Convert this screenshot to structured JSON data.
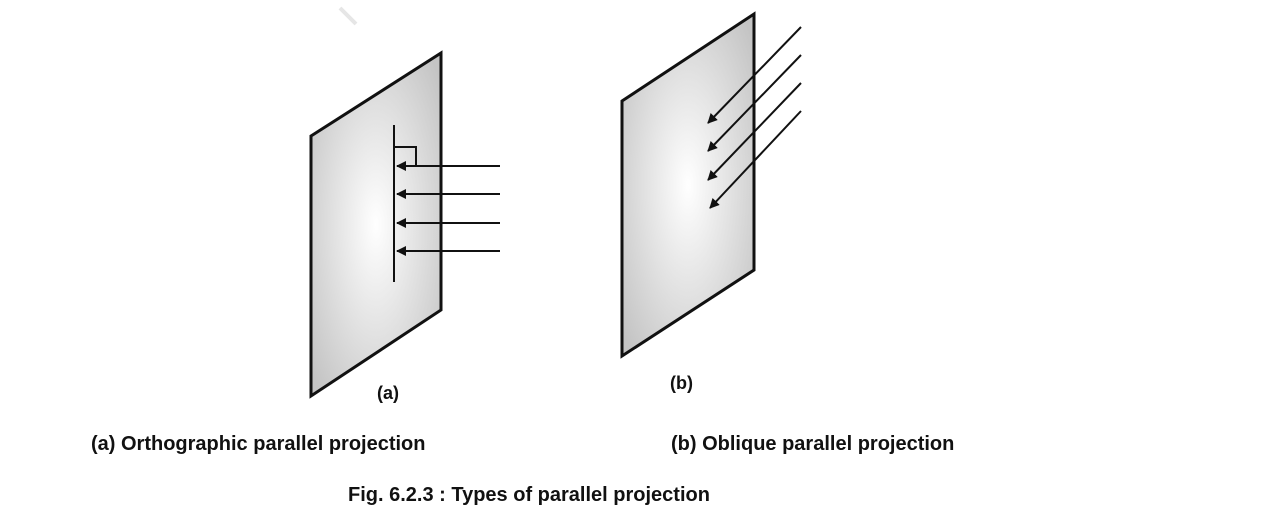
{
  "panels": [
    {
      "id": "a",
      "tag": "(a)",
      "caption": "(a) Orthographic parallel projection"
    },
    {
      "id": "b",
      "tag": "(b)",
      "caption": "(b) Oblique parallel projection"
    }
  ],
  "figure_caption": "Fig. 6.2.3 : Types of parallel projection",
  "colors": {
    "stroke": "#111111",
    "plane_center": "#ffffff",
    "plane_edge": "#c8c8c8",
    "watermark": "#e6e6e6"
  }
}
